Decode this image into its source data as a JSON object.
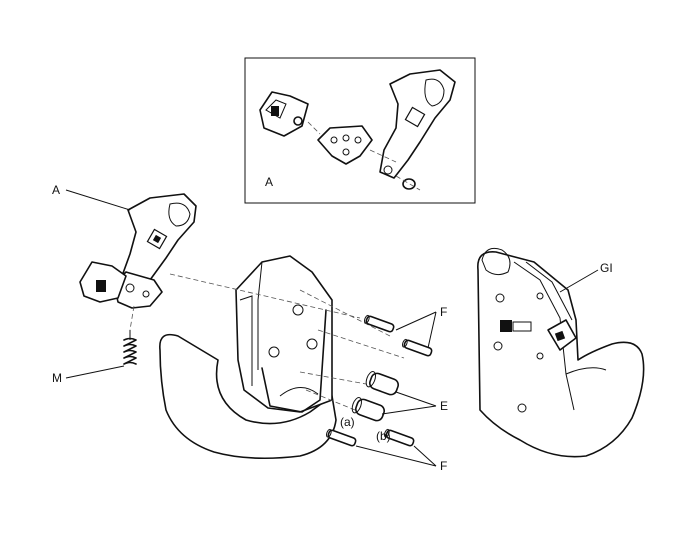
{
  "inset": {
    "label": "A"
  },
  "callouts": {
    "a": "A",
    "m": "M",
    "gi": "GI",
    "f_top": "F",
    "e": "E",
    "f_bottom": "F",
    "pin_a": "(a)",
    "pin_b": "(b)"
  },
  "colors": {
    "line": "#111111",
    "dash": "#555555",
    "background": "#ffffff"
  }
}
